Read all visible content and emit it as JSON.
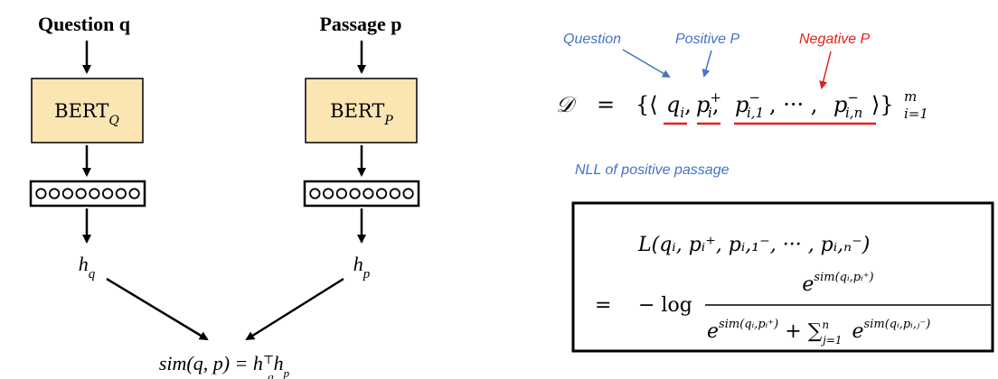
{
  "left": {
    "question_title": "Question q",
    "passage_title": "Passage p",
    "encoder_q": {
      "base": "BERT",
      "sub": "Q"
    },
    "encoder_p": {
      "base": "BERT",
      "sub": "P"
    },
    "vector_q": "oooooooo",
    "vector_p": "oooooooo",
    "h_q": {
      "base": "h",
      "sub": "q"
    },
    "h_p": {
      "base": "h",
      "sub": "p"
    },
    "similarity": {
      "lhs": "sim(q, p) = ",
      "h1": "h",
      "sup1": "⊤",
      "sub1": "q",
      "h2": "h",
      "sub2": "p"
    }
  },
  "right": {
    "labels": {
      "question": "Question",
      "positive": "Positive P",
      "negative": "Negative P"
    },
    "dataset": {
      "D": "𝒟",
      "eq": "=",
      "open": "{⟨",
      "qi_base": "q",
      "qi_sub": "i",
      "comma1": ",",
      "pi_base": "p",
      "pi_sup": "+",
      "pi_sub": "i",
      "comma2": ",",
      "pi1_base": "p",
      "pi1_sup": "−",
      "pi1_sub": "i,1",
      "dots": ", ··· ,",
      "pin_base": "p",
      "pin_sup": "−",
      "pin_sub": "i,n",
      "close": "⟩}",
      "sup_m": "m",
      "sub_i1": "i=1"
    },
    "nll_title": "NLL of positive passage",
    "formula": {
      "line1": "L(qᵢ, pᵢ⁺, pᵢ,₁⁻, ··· , pᵢ,ₙ⁻)",
      "eq": "=",
      "neglog": "− log",
      "numerator": {
        "e": "e",
        "exp": "sim(qᵢ,pᵢ⁺)"
      },
      "denominator": {
        "e1": "e",
        "exp1": "sim(qᵢ,pᵢ⁺)",
        "plus": " + ",
        "sum": "∑",
        "sum_sup": "n",
        "sum_sub": "j=1",
        "e2": "e",
        "exp2": "sim(qᵢ,pᵢ,ⱼ⁻)"
      }
    }
  },
  "colors": {
    "encoder_fill": "#fbe5b3",
    "label_blue": "#4472c4",
    "label_red": "#e0211d",
    "underline_red": "#e0211d"
  }
}
